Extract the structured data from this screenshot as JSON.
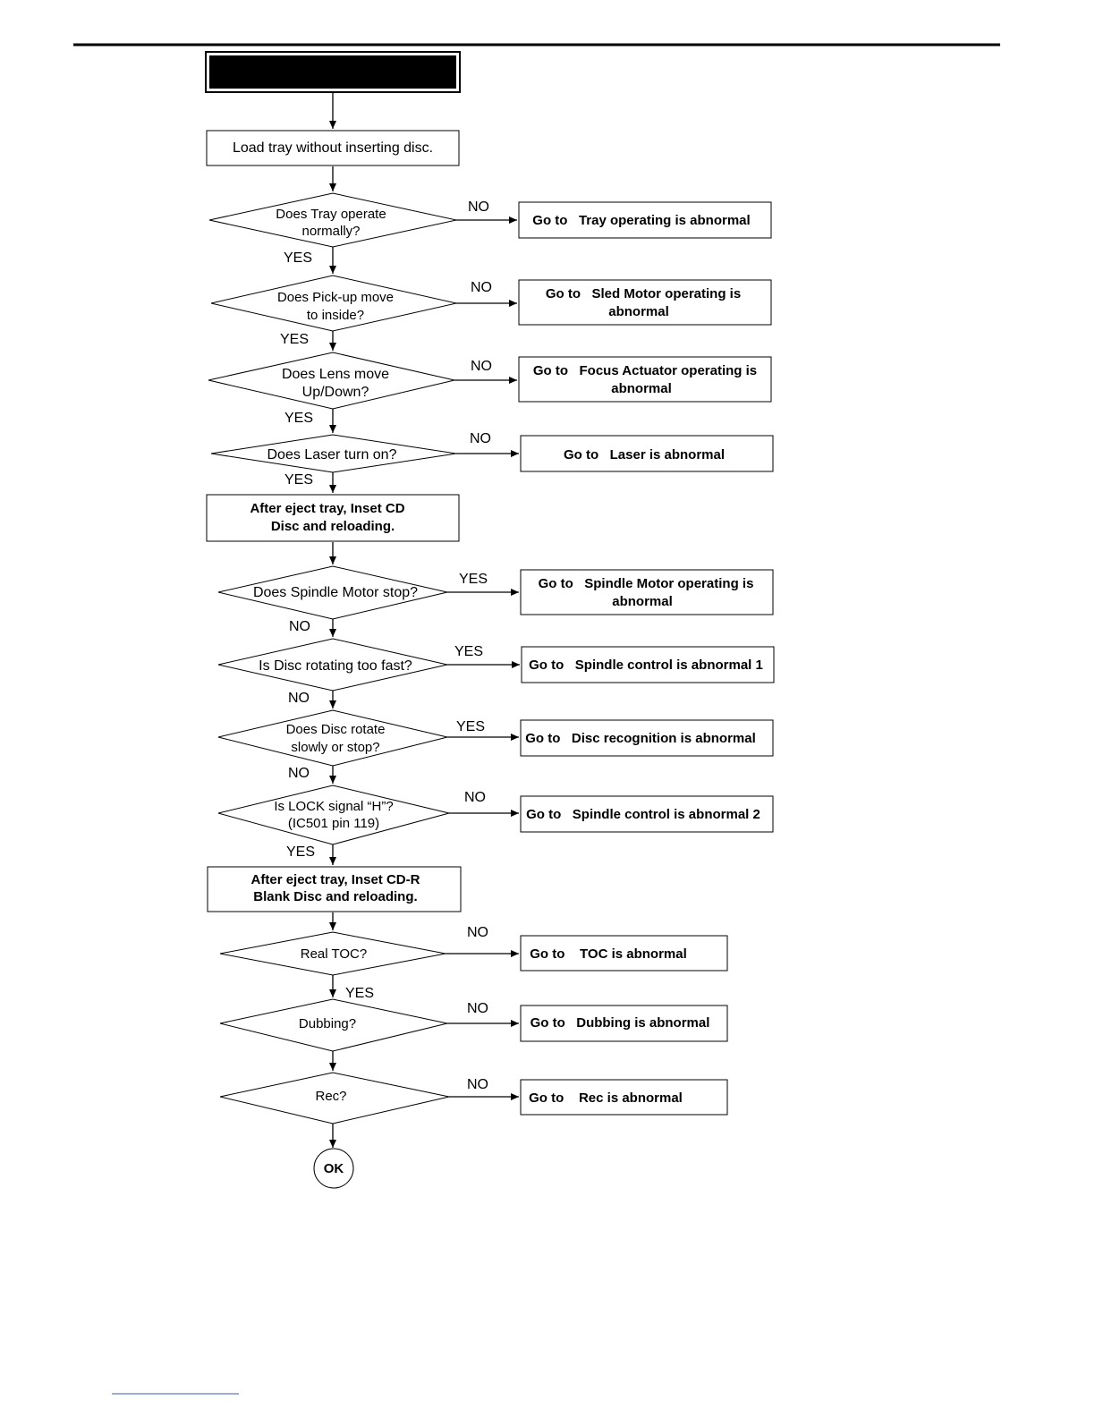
{
  "start": {
    "title": ""
  },
  "steps": {
    "load_tray": "Load tray without inserting disc.",
    "insert_cd": [
      "After eject tray, Inset CD",
      "Disc and reloading."
    ],
    "insert_cdr": [
      "After eject tray, Inset CD-R",
      "Blank Disc and reloading."
    ]
  },
  "decisions": {
    "tray": [
      "Does Tray operate",
      "normally?"
    ],
    "pickup": [
      "Does Pick-up move",
      "to inside?"
    ],
    "lens": [
      "Does Lens move",
      "Up/Down?"
    ],
    "laser": [
      "Does Laser turn on?"
    ],
    "spindle_stop": [
      "Does Spindle Motor stop?"
    ],
    "too_fast": [
      "Is Disc rotating too fast?"
    ],
    "slow": [
      "Does Disc  rotate",
      "slowly or stop?"
    ],
    "lock": [
      "Is LOCK signal “H”?",
      "(IC501 pin 119)"
    ],
    "toc": [
      "Real TOC?"
    ],
    "dubbing": [
      "Dubbing?"
    ],
    "rec": [
      "Rec?"
    ]
  },
  "results": {
    "tray": [
      "Go to   Tray operating is abnormal"
    ],
    "sled": [
      "Go to   Sled Motor operating is",
      "abnormal"
    ],
    "focus": [
      "Go to   Focus Actuator operating is",
      "abnormal"
    ],
    "laser": [
      "Go to   Laser is abnormal"
    ],
    "spindle_motor": [
      "Go to   Spindle Motor operating is",
      "abnormal"
    ],
    "spindle_ctrl1": [
      "Go to   Spindle control is abnormal 1"
    ],
    "disc_recog": [
      "Go to   Disc recognition is abnormal"
    ],
    "spindle_ctrl2": [
      "Go to   Spindle control is abnormal 2"
    ],
    "toc": [
      "Go to    TOC is abnormal"
    ],
    "dubbing": [
      "Go to   Dubbing is abnormal"
    ],
    "rec": [
      "Go to    Rec is abnormal"
    ]
  },
  "labels": {
    "yes": "YES",
    "no": "NO"
  },
  "end": "OK"
}
